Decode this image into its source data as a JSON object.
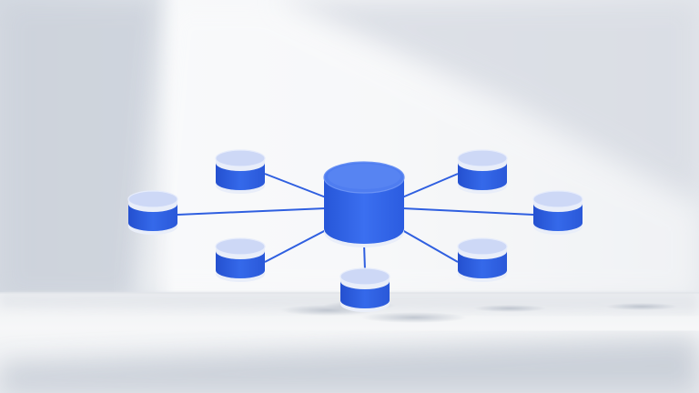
{
  "scene": {
    "description_visible_text": "",
    "colors": {
      "wall_shadow": "#cfd5de",
      "wall_light": "#f6f7f9",
      "floor_light": "#f3f4f6",
      "floor_shadow": "#c9cfd8",
      "node_top": "#cdd8f6",
      "node_body": "#2f62e6",
      "node_body_dark": "#2450cf",
      "node_band": "#e9eef9",
      "connector": "#2f5fe0",
      "hub_top": "#4f7df0",
      "hub_top_rim": "#6a92f4"
    }
  },
  "diagram": {
    "hub": {
      "name": "central-database"
    },
    "nodes": [
      {
        "name": "node-left"
      },
      {
        "name": "node-upper-left"
      },
      {
        "name": "node-lower-left"
      },
      {
        "name": "node-bottom"
      },
      {
        "name": "node-upper-right"
      },
      {
        "name": "node-right"
      },
      {
        "name": "node-lower-right"
      }
    ]
  }
}
